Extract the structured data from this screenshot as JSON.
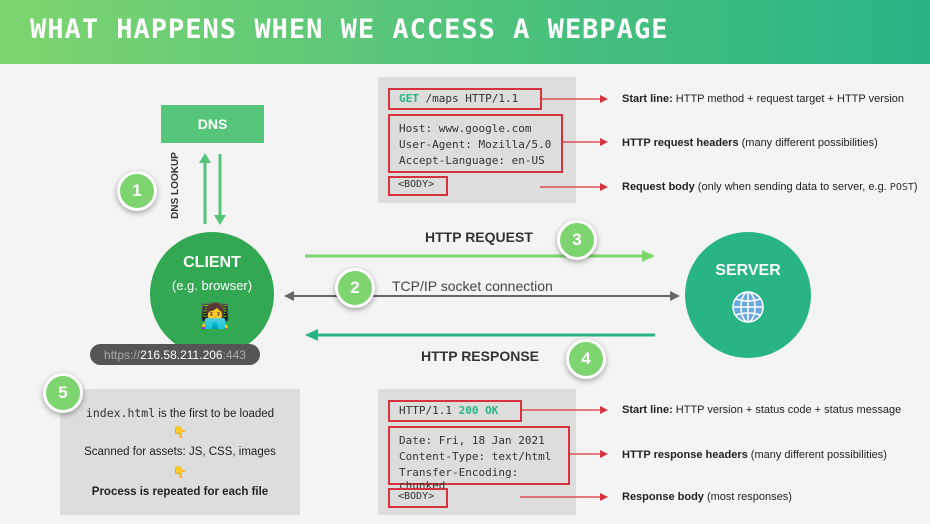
{
  "header": {
    "title": "WHAT HAPPENS WHEN WE ACCESS A WEBPAGE"
  },
  "dns": {
    "label": "DNS",
    "lookup_label": "DNS LOOKUP"
  },
  "client": {
    "title": "CLIENT",
    "subtitle": "(e.g. browser)",
    "emoji": "👩‍💻"
  },
  "ip": {
    "protocol": "https://",
    "address": "216.58.211.206",
    "port": ":443"
  },
  "server": {
    "title": "SERVER"
  },
  "steps": {
    "one": "1",
    "two": "2",
    "three": "3",
    "four": "4",
    "five": "5"
  },
  "connections": {
    "request": "HTTP REQUEST",
    "socket": "TCP/IP socket connection",
    "response": "HTTP RESPONSE"
  },
  "request": {
    "method": "GET",
    "start_rest": "/maps HTTP/1.1",
    "headers": [
      "Host: www.google.com",
      "User-Agent: Mozilla/5.0",
      "Accept-Language: en-US"
    ],
    "body": "<BODY>",
    "annotations": {
      "start_bold": "Start line:",
      "start_text": " HTTP method + request target + HTTP version",
      "headers_bold": "HTTP request headers",
      "headers_text": " (many different possibilities)",
      "body_bold": "Request body",
      "body_text": " (only when sending data to server, e.g. ",
      "body_code": "POST",
      "body_end": ")"
    }
  },
  "response": {
    "version": "HTTP/1.1",
    "status": "200 OK",
    "headers": [
      "Date: Fri, 18 Jan 2021",
      "Content-Type: text/html",
      "Transfer-Encoding: chunked"
    ],
    "body": "<BODY>",
    "annotations": {
      "start_bold": "Start line:",
      "start_text": " HTTP version + status code + status message",
      "headers_bold": "HTTP response headers",
      "headers_text": " (many different possibilities)",
      "body_bold": "Response body",
      "body_text": " (most responses)"
    }
  },
  "process": {
    "line1_code": "index.html",
    "line1_text": " is the first to be loaded",
    "arrow": "👇",
    "line2": "Scanned for assets: JS, CSS, images",
    "line3": "Process is repeated for each file"
  },
  "colors": {
    "green_light": "#7ed56f",
    "green": "#55c57a",
    "green_dark": "#28b485",
    "red": "#d8323c"
  }
}
